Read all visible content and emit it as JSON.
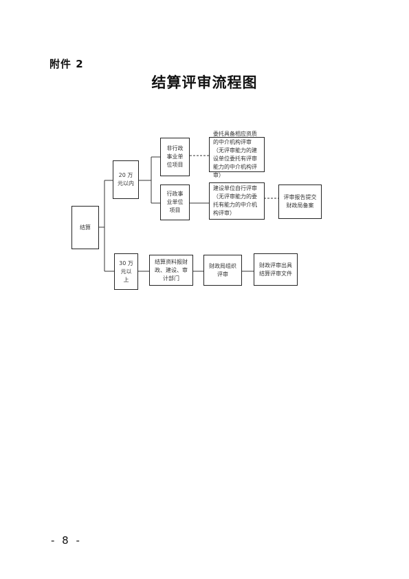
{
  "header": {
    "attachment_label": "附件 2",
    "title": "结算评审流程图"
  },
  "flowchart": {
    "root": "结算",
    "branch_under": "20 万元以内",
    "branch_under_a": "非行政事业单位项目",
    "branch_under_a_next": "委托具备相应资质的中介机构评审（无评审能力的建设单位委托有评审能力的中介机构评审）",
    "branch_under_b": "行政事业单位项目",
    "branch_under_b_next": "建设单位自行评审（无评审能力的委托有能力的中介机构评审）",
    "branch_under_b_final": "评审报告提交财政局备案",
    "branch_over": "30 万元以上",
    "branch_over_step1": "结算资料报财政、建设、审计部门",
    "branch_over_step2": "财政局组织评审",
    "branch_over_step3": "财政评审出具结算评审文件"
  },
  "footer": {
    "page_number": "- 8 -"
  }
}
